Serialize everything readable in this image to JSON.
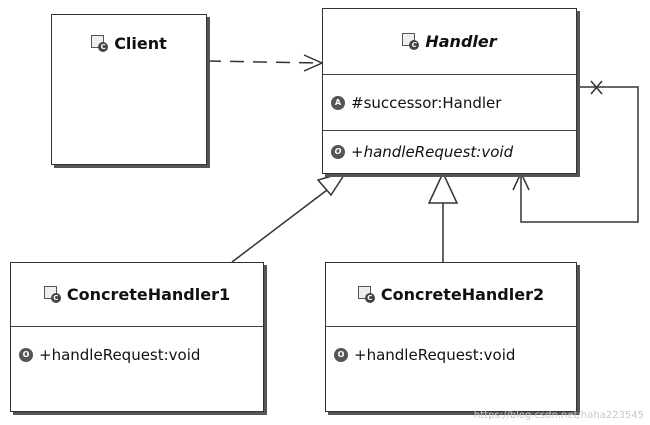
{
  "client": {
    "name": "Client"
  },
  "handler": {
    "name": "Handler",
    "attribute": "#successor:Handler",
    "operation": "+handleRequest:void"
  },
  "concrete1": {
    "name": "ConcreteHandler1",
    "operation": "+handleRequest:void"
  },
  "concrete2": {
    "name": "ConcreteHandler2",
    "operation": "+handleRequest:void"
  },
  "icons": {
    "class": "C",
    "attribute": "A",
    "operation": "O"
  },
  "watermark": "https://blog.csdn.net/haha223545"
}
